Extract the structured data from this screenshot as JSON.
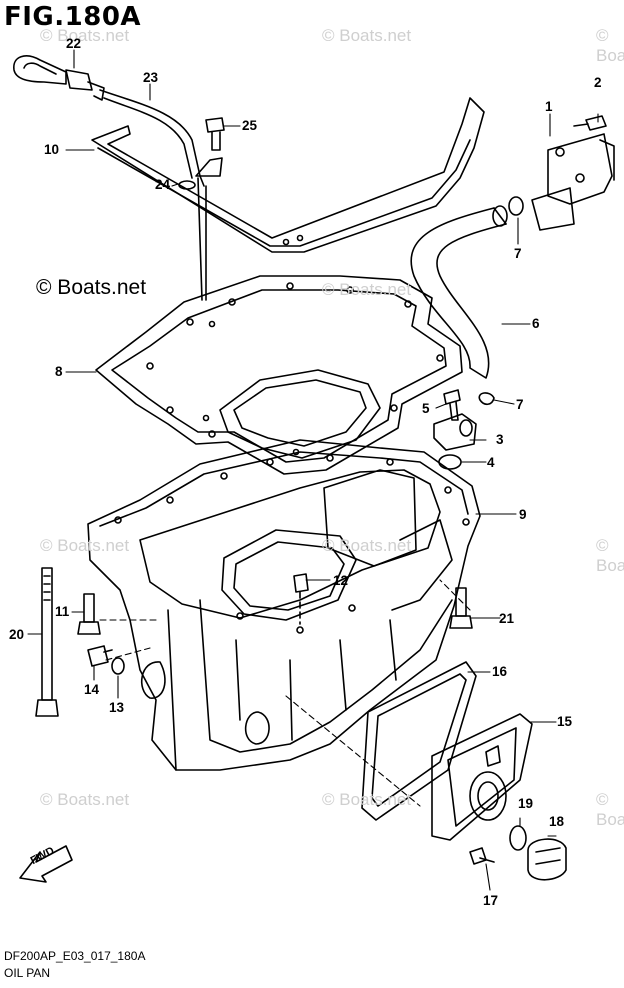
{
  "figure_title": "FIG.180A",
  "copyright": "© Boats.net",
  "watermark": "© Boats.net",
  "footer": {
    "code": "DF200AP_E03_017_180A",
    "name": "OIL PAN"
  },
  "fwd_label": "FWD",
  "callouts": [
    "22",
    "23",
    "2",
    "1",
    "25",
    "10",
    "24",
    "7",
    "6",
    "8",
    "5",
    "7",
    "3",
    "4",
    "9",
    "12",
    "11",
    "21",
    "20",
    "14",
    "13",
    "16",
    "15",
    "19",
    "18",
    "17"
  ]
}
